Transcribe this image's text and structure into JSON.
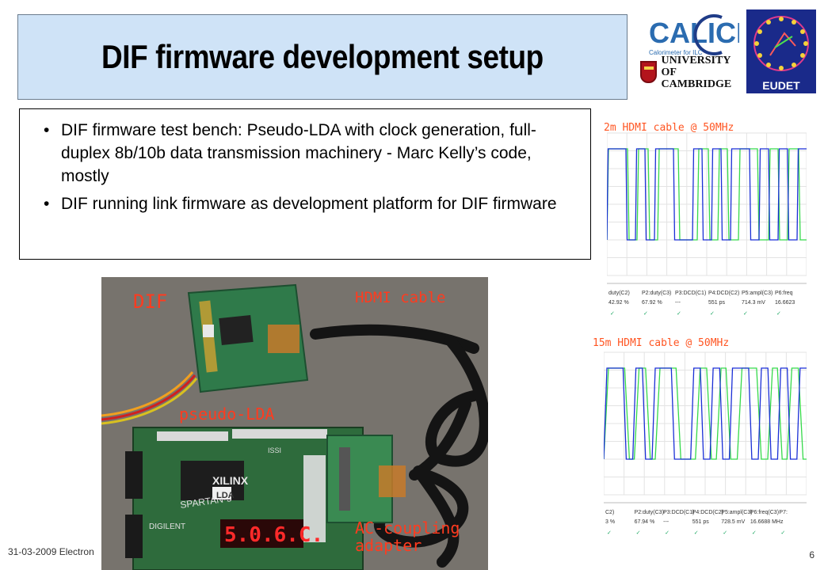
{
  "slide": {
    "title": "DIF firmware development setup",
    "bullets": [
      "DIF firmware test bench: Pseudo-LDA with clock generation, full-duplex 8b/10b data transmission machinery - Marc Kelly’s code, mostly",
      "DIF running link firmware as development platform for DIF firmware"
    ],
    "footer_left": "31-03-2009 Electron",
    "page_number": "6"
  },
  "logos": {
    "calice_text": "CALICE",
    "calice_sub": "Calorimeter for ILC",
    "cambridge_line1": "UNIVERSITY OF",
    "cambridge_line2": "CAMBRIDGE",
    "eudet_text": "EUDET"
  },
  "scope_top": {
    "label": "2m HDMI cable @ 50MHz",
    "readouts": [
      "duty(C2)",
      "P2:duty(C3)",
      "P3:DCD(C1)",
      "P4:DCD(C2)",
      "P5:ampl(C3)",
      "P6:freq"
    ],
    "values": [
      "42.92 %",
      "67.92 %",
      "---",
      "551 ps",
      "714.3 mV",
      "16.6623"
    ]
  },
  "scope_bottom": {
    "label": "15m HDMI cable @ 50MHz",
    "readouts": [
      "C2)",
      "P2:duty(C3)",
      "P3:DCD(C1)",
      "P4:DCD(C2)",
      "P5:ampl(C3)",
      "P6:freq(C3)",
      "P7:"
    ],
    "values": [
      "3 %",
      "67.94 %",
      "---",
      "551 ps",
      "728.5 mV",
      "16.6688 MHz",
      ""
    ]
  },
  "photo": {
    "label_dif": "DIF",
    "label_hdmi": "HDMI cable",
    "label_pseudo": "pseudo-LDA",
    "label_ac1": "AC-coupling",
    "label_ac2": "adapter",
    "board_text": "SPARTAN-3",
    "xilinx_text": "XILINX",
    "lda_text": "LDA",
    "digilent_text": "DIGILENT",
    "seg_display": "5.0.6.C.",
    "issi_text": "ISSI"
  },
  "colors": {
    "title_bg": "#cfe3f7",
    "label_orange": "#ff3b1f",
    "trace_blue": "#1a2fd6",
    "trace_green": "#35d94a"
  }
}
